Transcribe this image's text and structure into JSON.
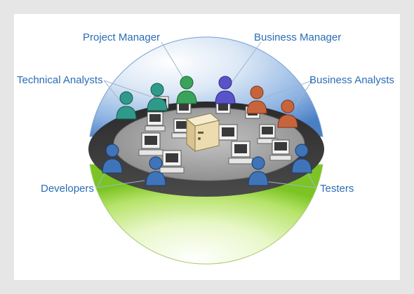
{
  "diagram": {
    "roles": {
      "project_manager": "Project Manager",
      "business_manager": "Business Manager",
      "technical_analysts": "Technical Analysts",
      "business_analysts": "Business Analysts",
      "developers": "Developers",
      "testers": "Testers"
    },
    "colors": {
      "label_text": "#2a6db5",
      "leader_line": "#9db6d0",
      "dome_blue": "#5c8ed1",
      "bowl_green": "#8fd23a",
      "disc_gray": "#3c3c3c",
      "floor_gray": "#a9a9a9",
      "analyst_teal": "#2f9a8a",
      "manager_green": "#3aa35a",
      "business_manager_purple": "#5a53c8",
      "business_analyst_orange": "#c8643c",
      "developer_tester_blue": "#3f74b8",
      "server_beige": "#eddcb0"
    },
    "icons": [
      "person-icon",
      "computer-icon",
      "server-icon"
    ]
  }
}
